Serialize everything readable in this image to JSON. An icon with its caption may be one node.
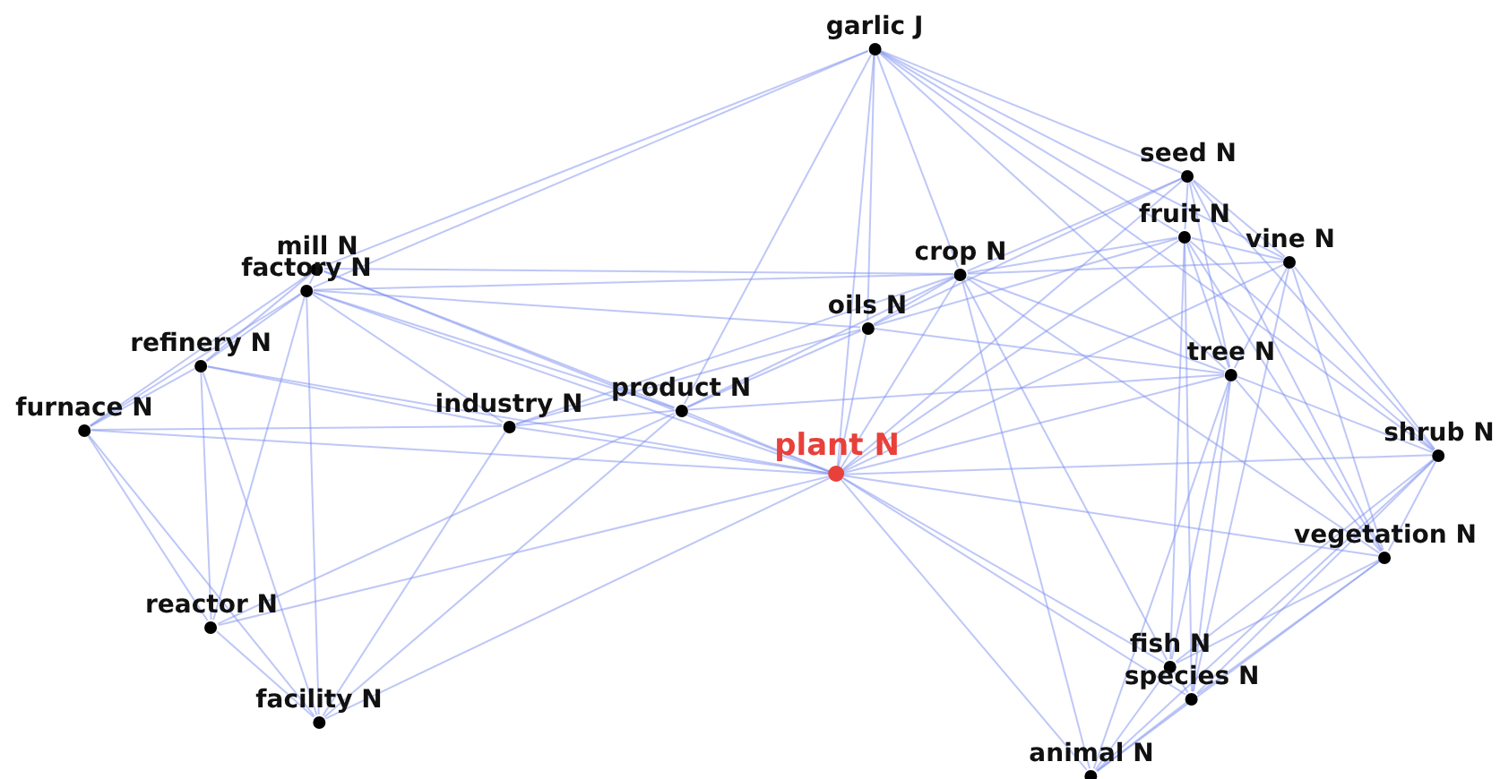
{
  "diagram": {
    "nodes": [
      {
        "text": [
          "garlic J"
        ]
      },
      {
        "text": [
          "seed N"
        ]
      },
      {
        "text": [
          "fruit N"
        ]
      },
      {
        "text": [
          "vine N"
        ]
      },
      {
        "text": [
          "crop N"
        ]
      },
      {
        "text": [
          "mill N"
        ]
      },
      {
        "text": [
          "factory N"
        ]
      },
      {
        "text": [
          "oils N"
        ]
      },
      {
        "text": [
          "refinery N"
        ]
      },
      {
        "text": [
          "tree N"
        ]
      },
      {
        "text": [
          "furnace N"
        ]
      },
      {
        "text": [
          "industry N"
        ]
      },
      {
        "text": [
          "product N"
        ]
      },
      {
        "text": [
          "plant N"
        ]
      },
      {
        "text": [
          "shrub N"
        ]
      },
      {
        "text": [
          "vegetation N"
        ]
      },
      {
        "text": [
          "reactor N"
        ]
      },
      {
        "text": [
          "fish N"
        ]
      },
      {
        "text": [
          "species N"
        ]
      },
      {
        "text": [
          "facility N"
        ]
      },
      {
        "text": [
          "animal N"
        ]
      }
    ],
    "edges": [
      {
        "from": 0,
        "to": 1,
        "arrow": "none"
      },
      {
        "from": 0,
        "to": 2,
        "arrow": "none"
      },
      {
        "from": 0,
        "to": 3,
        "arrow": "none"
      },
      {
        "from": 0,
        "to": 4,
        "arrow": "none"
      },
      {
        "from": 0,
        "to": 7,
        "arrow": "none"
      },
      {
        "from": 0,
        "to": 13,
        "arrow": "none"
      },
      {
        "from": 0,
        "to": 5,
        "arrow": "none"
      },
      {
        "from": 0,
        "to": 6,
        "arrow": "none"
      },
      {
        "from": 0,
        "to": 9,
        "arrow": "none"
      },
      {
        "from": 0,
        "to": 14,
        "arrow": "none"
      },
      {
        "from": 0,
        "to": 12,
        "arrow": "none"
      },
      {
        "from": 1,
        "to": 2,
        "arrow": "none"
      },
      {
        "from": 1,
        "to": 3,
        "arrow": "none"
      },
      {
        "from": 1,
        "to": 4,
        "arrow": "none"
      },
      {
        "from": 1,
        "to": 9,
        "arrow": "none"
      },
      {
        "from": 1,
        "to": 13,
        "arrow": "none"
      },
      {
        "from": 1,
        "to": 7,
        "arrow": "none"
      },
      {
        "from": 1,
        "to": 14,
        "arrow": "none"
      },
      {
        "from": 1,
        "to": 15,
        "arrow": "none"
      },
      {
        "from": 2,
        "to": 3,
        "arrow": "none"
      },
      {
        "from": 2,
        "to": 4,
        "arrow": "none"
      },
      {
        "from": 2,
        "to": 9,
        "arrow": "none"
      },
      {
        "from": 2,
        "to": 13,
        "arrow": "none"
      },
      {
        "from": 2,
        "to": 17,
        "arrow": "none"
      },
      {
        "from": 2,
        "to": 18,
        "arrow": "none"
      },
      {
        "from": 2,
        "to": 15,
        "arrow": "none"
      },
      {
        "from": 2,
        "to": 14,
        "arrow": "none"
      },
      {
        "from": 2,
        "to": 7,
        "arrow": "none"
      },
      {
        "from": 3,
        "to": 4,
        "arrow": "none"
      },
      {
        "from": 3,
        "to": 9,
        "arrow": "none"
      },
      {
        "from": 3,
        "to": 14,
        "arrow": "none"
      },
      {
        "from": 3,
        "to": 15,
        "arrow": "none"
      },
      {
        "from": 3,
        "to": 13,
        "arrow": "none"
      },
      {
        "from": 3,
        "to": 18,
        "arrow": "none"
      },
      {
        "from": 4,
        "to": 7,
        "arrow": "none"
      },
      {
        "from": 4,
        "to": 12,
        "arrow": "none"
      },
      {
        "from": 4,
        "to": 13,
        "arrow": "none"
      },
      {
        "from": 4,
        "to": 9,
        "arrow": "none"
      },
      {
        "from": 4,
        "to": 6,
        "arrow": "none"
      },
      {
        "from": 4,
        "to": 5,
        "arrow": "none"
      },
      {
        "from": 4,
        "to": 17,
        "arrow": "none"
      },
      {
        "from": 4,
        "to": 15,
        "arrow": "none"
      },
      {
        "from": 4,
        "to": 11,
        "arrow": "none"
      },
      {
        "from": 4,
        "to": 20,
        "arrow": "none"
      },
      {
        "from": 5,
        "to": 6,
        "arrow": "none"
      },
      {
        "from": 5,
        "to": 8,
        "arrow": "none"
      },
      {
        "from": 5,
        "to": 10,
        "arrow": "none"
      },
      {
        "from": 5,
        "to": 12,
        "arrow": "none"
      },
      {
        "from": 5,
        "to": 13,
        "arrow": "none"
      },
      {
        "from": 6,
        "to": 8,
        "arrow": "none"
      },
      {
        "from": 6,
        "to": 10,
        "arrow": "none"
      },
      {
        "from": 6,
        "to": 11,
        "arrow": "none"
      },
      {
        "from": 6,
        "to": 12,
        "arrow": "none"
      },
      {
        "from": 6,
        "to": 13,
        "arrow": "none"
      },
      {
        "from": 6,
        "to": 19,
        "arrow": "none"
      },
      {
        "from": 6,
        "to": 7,
        "arrow": "none"
      },
      {
        "from": 6,
        "to": 16,
        "arrow": "none"
      },
      {
        "from": 7,
        "to": 12,
        "arrow": "none"
      },
      {
        "from": 7,
        "to": 13,
        "arrow": "none"
      },
      {
        "from": 7,
        "to": 11,
        "arrow": "none"
      },
      {
        "from": 7,
        "to": 9,
        "arrow": "none"
      },
      {
        "from": 8,
        "to": 10,
        "arrow": "none"
      },
      {
        "from": 8,
        "to": 11,
        "arrow": "none"
      },
      {
        "from": 8,
        "to": 16,
        "arrow": "none"
      },
      {
        "from": 8,
        "to": 19,
        "arrow": "none"
      },
      {
        "from": 8,
        "to": 13,
        "arrow": "none"
      },
      {
        "from": 9,
        "to": 13,
        "arrow": "none"
      },
      {
        "from": 9,
        "to": 14,
        "arrow": "none"
      },
      {
        "from": 9,
        "to": 15,
        "arrow": "none"
      },
      {
        "from": 9,
        "to": 17,
        "arrow": "none"
      },
      {
        "from": 9,
        "to": 18,
        "arrow": "none"
      },
      {
        "from": 9,
        "to": 20,
        "arrow": "none"
      },
      {
        "from": 9,
        "to": 12,
        "arrow": "none"
      },
      {
        "from": 10,
        "to": 16,
        "arrow": "none"
      },
      {
        "from": 10,
        "to": 19,
        "arrow": "none"
      },
      {
        "from": 10,
        "to": 13,
        "arrow": "none"
      },
      {
        "from": 10,
        "to": 11,
        "arrow": "none"
      },
      {
        "from": 11,
        "to": 12,
        "arrow": "none"
      },
      {
        "from": 11,
        "to": 13,
        "arrow": "none"
      },
      {
        "from": 11,
        "to": 19,
        "arrow": "none"
      },
      {
        "from": 12,
        "to": 13,
        "arrow": "none"
      },
      {
        "from": 12,
        "to": 19,
        "arrow": "none"
      },
      {
        "from": 12,
        "to": 16,
        "arrow": "none"
      },
      {
        "from": 13,
        "to": 14,
        "arrow": "none"
      },
      {
        "from": 13,
        "to": 15,
        "arrow": "none"
      },
      {
        "from": 13,
        "to": 17,
        "arrow": "none"
      },
      {
        "from": 13,
        "to": 18,
        "arrow": "none"
      },
      {
        "from": 13,
        "to": 20,
        "arrow": "none"
      },
      {
        "from": 13,
        "to": 16,
        "arrow": "none"
      },
      {
        "from": 13,
        "to": 19,
        "arrow": "none"
      },
      {
        "from": 14,
        "to": 15,
        "arrow": "none"
      },
      {
        "from": 14,
        "to": 17,
        "arrow": "none"
      },
      {
        "from": 14,
        "to": 18,
        "arrow": "none"
      },
      {
        "from": 14,
        "to": 20,
        "arrow": "none"
      },
      {
        "from": 15,
        "to": 17,
        "arrow": "none"
      },
      {
        "from": 15,
        "to": 18,
        "arrow": "none"
      },
      {
        "from": 15,
        "to": 20,
        "arrow": "none"
      },
      {
        "from": 17,
        "to": 18,
        "arrow": "none"
      },
      {
        "from": 17,
        "to": 20,
        "arrow": "none"
      },
      {
        "from": 18,
        "to": 20,
        "arrow": "none"
      },
      {
        "from": 16,
        "to": 19,
        "arrow": "none"
      }
    ]
  }
}
